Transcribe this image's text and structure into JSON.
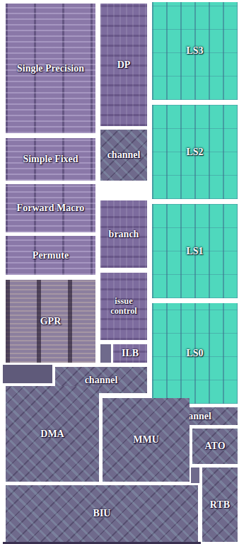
{
  "diagram": {
    "nodes": [
      {
        "text": [
          "Single Precision"
        ]
      },
      {
        "text": [
          "DP"
        ]
      },
      {
        "text": [
          "LS3"
        ]
      },
      {
        "text": [
          "Simple Fixed"
        ]
      },
      {
        "text": [
          "channel"
        ]
      },
      {
        "text": [
          "LS2"
        ]
      },
      {
        "text": [
          "Forward Macro"
        ]
      },
      {
        "text": [
          "branch"
        ]
      },
      {
        "text": [
          "LS1"
        ]
      },
      {
        "text": [
          "Permute"
        ]
      },
      {
        "text": [
          "issue control"
        ]
      },
      {
        "text": [
          "GPR"
        ]
      },
      {
        "text": [
          "ILB"
        ]
      },
      {
        "text": [
          "LS0"
        ]
      },
      {
        "text": [
          "channel"
        ]
      },
      {
        "text": [
          "channel"
        ]
      },
      {
        "text": [
          "DMA"
        ]
      },
      {
        "text": [
          "MMU"
        ]
      },
      {
        "text": [
          "ATO"
        ]
      },
      {
        "text": [
          "RTB"
        ]
      },
      {
        "text": [
          "BIU"
        ]
      }
    ]
  }
}
